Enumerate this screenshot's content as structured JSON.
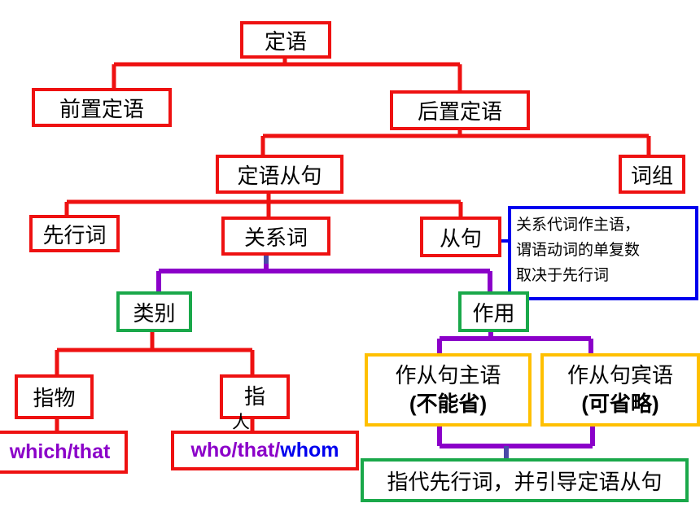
{
  "nodes": {
    "root": "定语",
    "pre": "前置定语",
    "post": "后置定语",
    "clause": "定语从句",
    "phrase": "词组",
    "antecedent": "先行词",
    "relative": "关系词",
    "subclause": "从句",
    "note_line1": "关系代词作主语，",
    "note_line2": "谓语动词的单复数",
    "note_line3": "取决于先行词",
    "category": "类别",
    "function": "作用",
    "thing": "指物",
    "person": "指",
    "person_extra": "人",
    "subject_l1": "作从句主语",
    "subject_l2": "(不能省)",
    "object_l1": "作从句宾语",
    "object_l2": "(可省略)",
    "thing_words": "which/that",
    "person_words_a": "who/that/",
    "person_words_b": "whom",
    "summary": "指代先行词，并引导定语从句"
  },
  "colors": {
    "red": "#ee1111",
    "purple": "#8b00c9",
    "green": "#1aa84a",
    "orange": "#ffc000",
    "blue": "#0000ee"
  }
}
